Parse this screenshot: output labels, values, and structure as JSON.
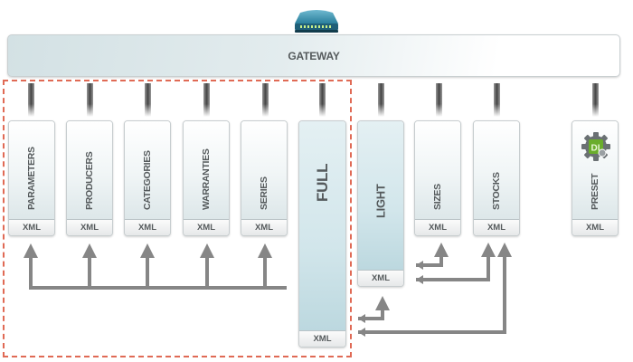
{
  "gateway": {
    "label": "GATEWAY",
    "icon": "router-icon"
  },
  "modules": [
    {
      "id": "parameters",
      "label": "PARAMETERS",
      "footer": "XML"
    },
    {
      "id": "producers",
      "label": "PRODUCERS",
      "footer": "XML"
    },
    {
      "id": "categories",
      "label": "CATEGORIES",
      "footer": "XML"
    },
    {
      "id": "warranties",
      "label": "WARRANTIES",
      "footer": "XML"
    },
    {
      "id": "series",
      "label": "SERIES",
      "footer": "XML"
    },
    {
      "id": "full",
      "label": "FULL",
      "footer": "XML"
    },
    {
      "id": "light",
      "label": "LIGHT",
      "footer": "XML"
    },
    {
      "id": "sizes",
      "label": "SIZES",
      "footer": "XML"
    },
    {
      "id": "stocks",
      "label": "STOCKS",
      "footer": "XML"
    },
    {
      "id": "preset",
      "label": "PRESET",
      "footer": "XML",
      "icon": "gear-icon",
      "icon_text": "DI"
    }
  ],
  "colors": {
    "dashed_border": "#e06a55",
    "arrow": "#868686",
    "highlight_module": "#cfe4e9"
  }
}
